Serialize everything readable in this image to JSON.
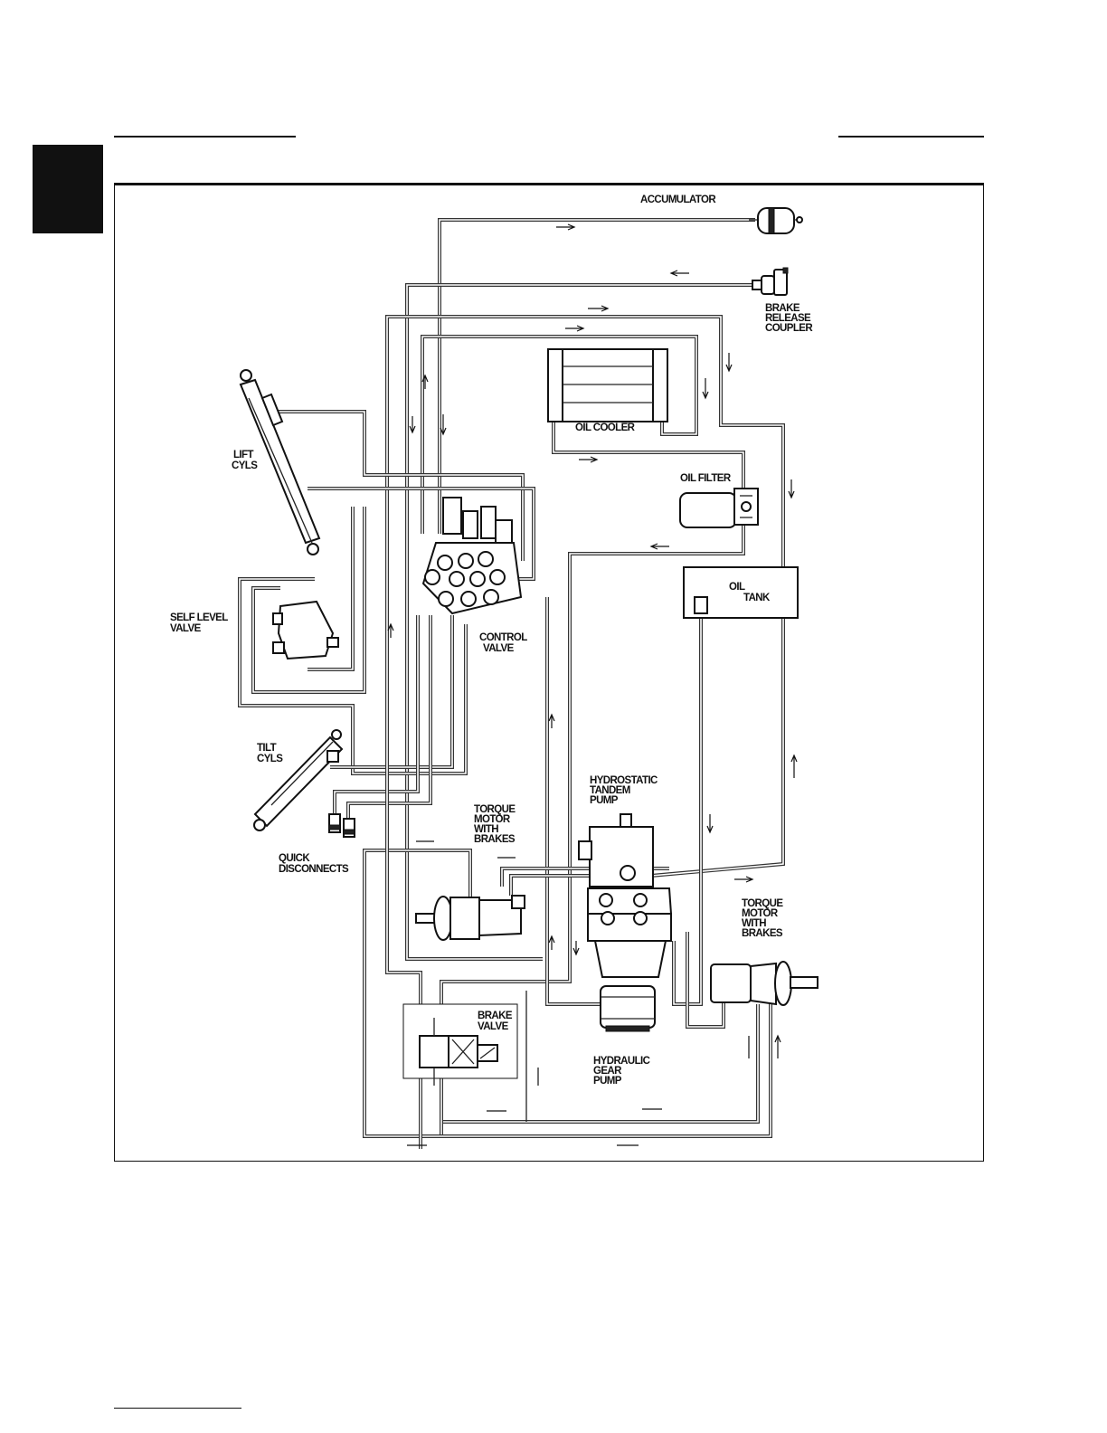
{
  "labels": {
    "accumulator": "ACCUMULATOR",
    "brake_release_1": "BRAKE",
    "brake_release_2": "RELEASE",
    "brake_release_3": "COUPLER",
    "oil_cooler": "OIL COOLER",
    "oil_filter": "OIL FILTER",
    "oil_tank_1": "OIL",
    "oil_tank_2": "TANK",
    "lift_cyls_1": "LIFT",
    "lift_cyls_2": "CYLS",
    "self_level_1": "SELF LEVEL",
    "self_level_2": "VALVE",
    "control_valve_1": "CONTROL",
    "control_valve_2": "VALVE",
    "tilt_cyls_1": "TILT",
    "tilt_cyls_2": "CYLS",
    "quick_disc_1": "QUICK",
    "quick_disc_2": "DISCONNECTS",
    "torque_left_1": "TORQUE",
    "torque_left_2": "MOTOR",
    "torque_left_3": "WITH",
    "torque_left_4": "BRAKES",
    "hydrostatic_1": "HYDROSTATIC",
    "hydrostatic_2": "TANDEM",
    "hydrostatic_3": "PUMP",
    "torque_right_1": "TORQUE",
    "torque_right_2": "MOTOR",
    "torque_right_3": "WITH",
    "torque_right_4": "BRAKES",
    "brake_valve_1": "BRAKE",
    "brake_valve_2": "VALVE",
    "gear_pump_1": "HYDRAULIC",
    "gear_pump_2": "GEAR",
    "gear_pump_3": "PUMP"
  }
}
